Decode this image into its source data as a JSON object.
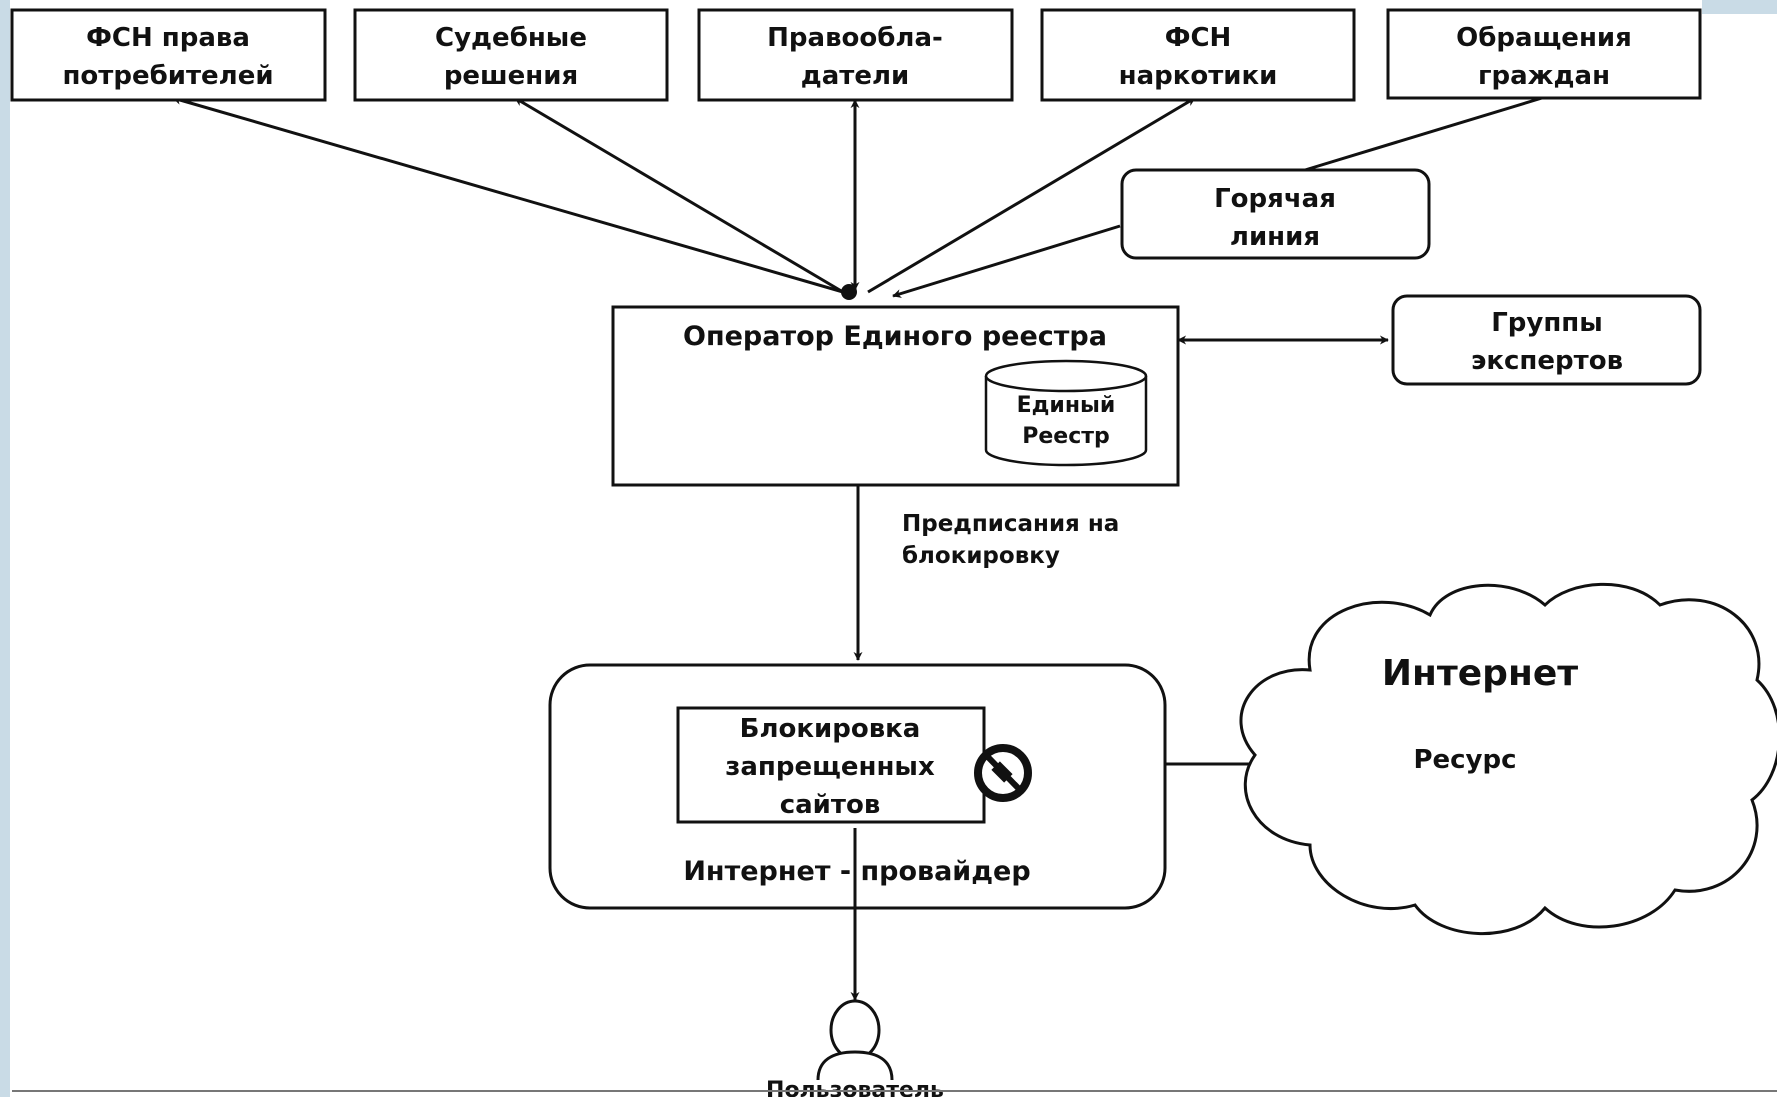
{
  "sources": [
    {
      "line1": "ФСН права",
      "line2": "потребителей"
    },
    {
      "line1": "Судебные",
      "line2": "решения"
    },
    {
      "line1": "Правообла-",
      "line2": "датели"
    },
    {
      "line1": "ФСН",
      "line2": "наркотики"
    },
    {
      "line1": "Обращения",
      "line2": "граждан"
    }
  ],
  "hotline": {
    "line1": "Горячая",
    "line2": "линия"
  },
  "operator": {
    "title": "Оператор Единого реестра"
  },
  "registry": {
    "line1": "Единый",
    "line2": "Реестр"
  },
  "experts": {
    "line1": "Группы",
    "line2": "экспертов"
  },
  "orders_label": {
    "line1": "Предписания на",
    "line2": "блокировку"
  },
  "blocking": {
    "line1": "Блокировка",
    "line2": "запрещенных",
    "line3": "сайтов"
  },
  "provider": {
    "label": "Интернет - провайдер"
  },
  "internet": {
    "title": "Интернет",
    "resource": "Ресурс"
  },
  "user": {
    "label": "Пользователь"
  },
  "icons": {
    "blocked": "prohibited-icon",
    "user": "user-icon",
    "database": "database-icon",
    "cloud": "cloud-icon"
  },
  "colors": {
    "ink": "#111111",
    "background": "#ffffff",
    "frame_accent": "#c9dbe6"
  }
}
